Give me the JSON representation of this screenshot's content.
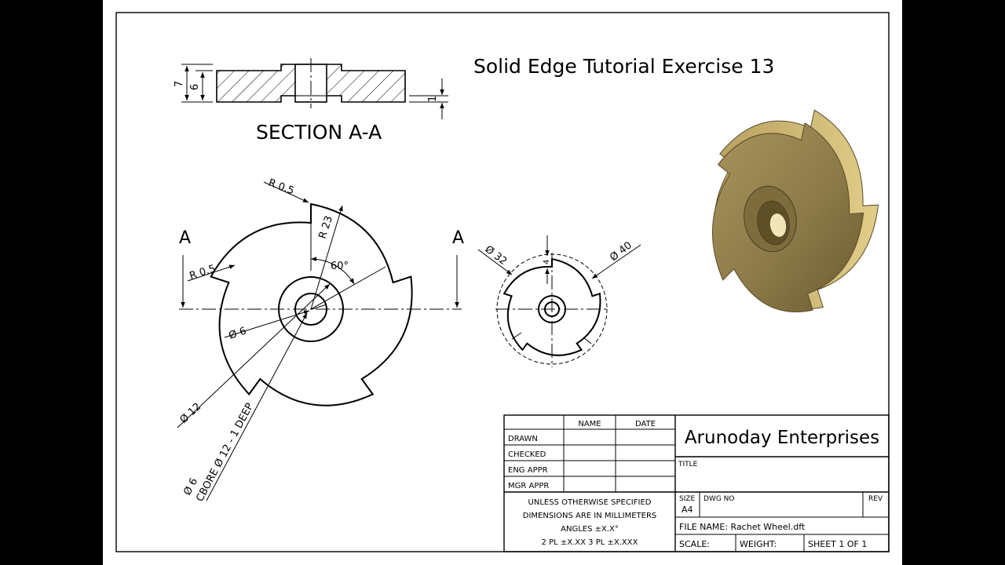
{
  "title": "Solid Edge Tutorial Exercise 13",
  "section": {
    "label": "SECTION A-A",
    "dims": {
      "overall": "7",
      "inner": "6",
      "step": "1"
    }
  },
  "front_view": {
    "cut_label_left": "A",
    "cut_label_right": "A",
    "dims": {
      "r_top": "R 0.5",
      "r_left": "R 0.5",
      "r_outer": "R 23",
      "angle": "60°",
      "bore": "Ø 6",
      "cbore_dia": "Ø 12",
      "callout_line1": "Ø 6",
      "callout_line2": "CBORE Ø 12 - 1 DEEP"
    }
  },
  "small_view": {
    "dims": {
      "d32": "Ø 32",
      "d40": "Ø 40",
      "tooth": "4"
    }
  },
  "title_block": {
    "col_name": "NAME",
    "col_date": "DATE",
    "rows": [
      "DRAWN",
      "CHECKED",
      "ENG APPR",
      "MGR APPR"
    ],
    "company": "Arunoday Enterprises",
    "title_label": "TITLE",
    "tolerance_lines": [
      "UNLESS OTHERWISE SPECIFIED",
      "DIMENSIONS ARE IN MILLIMETERS",
      "ANGLES ±X.X°",
      "2 PL ±X.XX  3 PL ±X.XXX"
    ],
    "size_label": "SIZE",
    "size_value": "A4",
    "dwg_no_label": "DWG NO",
    "rev_label": "REV",
    "file_name": "FILE NAME: Rachet Wheel.dft",
    "scale_label": "SCALE:",
    "weight_label": "WEIGHT:",
    "sheet": "SHEET 1 OF 1"
  },
  "colors": {
    "paper": "#ffffff",
    "lines": "#000000",
    "part_shade": "#8c7a4a"
  }
}
